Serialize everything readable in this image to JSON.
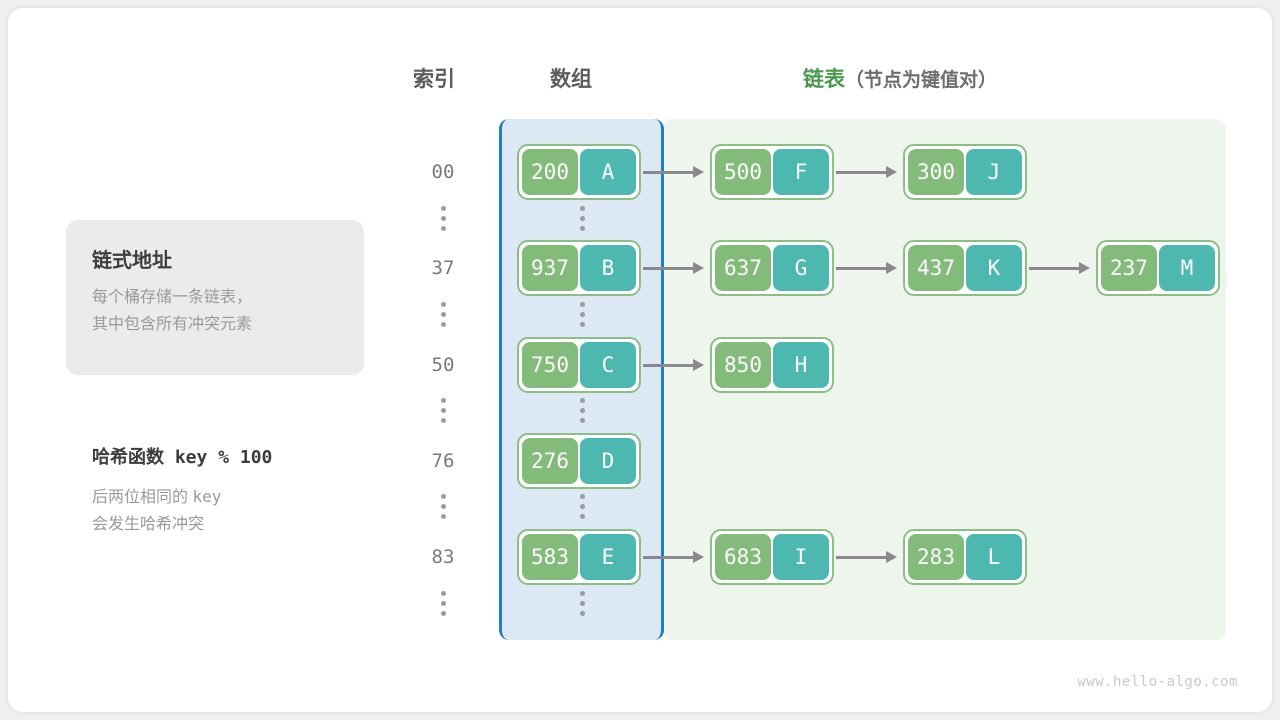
{
  "headers": {
    "index": "索引",
    "array": "数组",
    "list_accent": "链表",
    "list_sub": "（节点为键值对）"
  },
  "info_card": {
    "title": "链式地址",
    "line1": "每个桶存储一条链表，",
    "line2": "其中包含所有冲突元素"
  },
  "hash_note": {
    "title_label": "哈希函数",
    "title_code": "key % 100",
    "line1_pre": "后两位相同的",
    "line1_code": "key",
    "line2": "会发生哈希冲突"
  },
  "colors": {
    "key_cell": "#82bb7a",
    "value_cell": "#4cb8b0",
    "node_border": "#8cbf84",
    "array_panel_bg": "#dce9f5",
    "array_panel_border": "#1f7fc4",
    "list_panel_bg": "#eef5ed",
    "accent_green": "#4a9a4e",
    "arrow": "#8a8a8a"
  },
  "buckets": [
    {
      "index": "00",
      "nodes": [
        {
          "key": "200",
          "value": "A"
        },
        {
          "key": "500",
          "value": "F"
        },
        {
          "key": "300",
          "value": "J"
        }
      ]
    },
    {
      "index": "37",
      "nodes": [
        {
          "key": "937",
          "value": "B"
        },
        {
          "key": "637",
          "value": "G"
        },
        {
          "key": "437",
          "value": "K"
        },
        {
          "key": "237",
          "value": "M"
        }
      ]
    },
    {
      "index": "50",
      "nodes": [
        {
          "key": "750",
          "value": "C"
        },
        {
          "key": "850",
          "value": "H"
        }
      ]
    },
    {
      "index": "76",
      "nodes": [
        {
          "key": "276",
          "value": "D"
        }
      ]
    },
    {
      "index": "83",
      "nodes": [
        {
          "key": "583",
          "value": "E"
        },
        {
          "key": "683",
          "value": "I"
        },
        {
          "key": "283",
          "value": "L"
        }
      ]
    }
  ],
  "ellipsis_icon": "vertical-ellipsis",
  "watermark": "www.hello-algo.com"
}
